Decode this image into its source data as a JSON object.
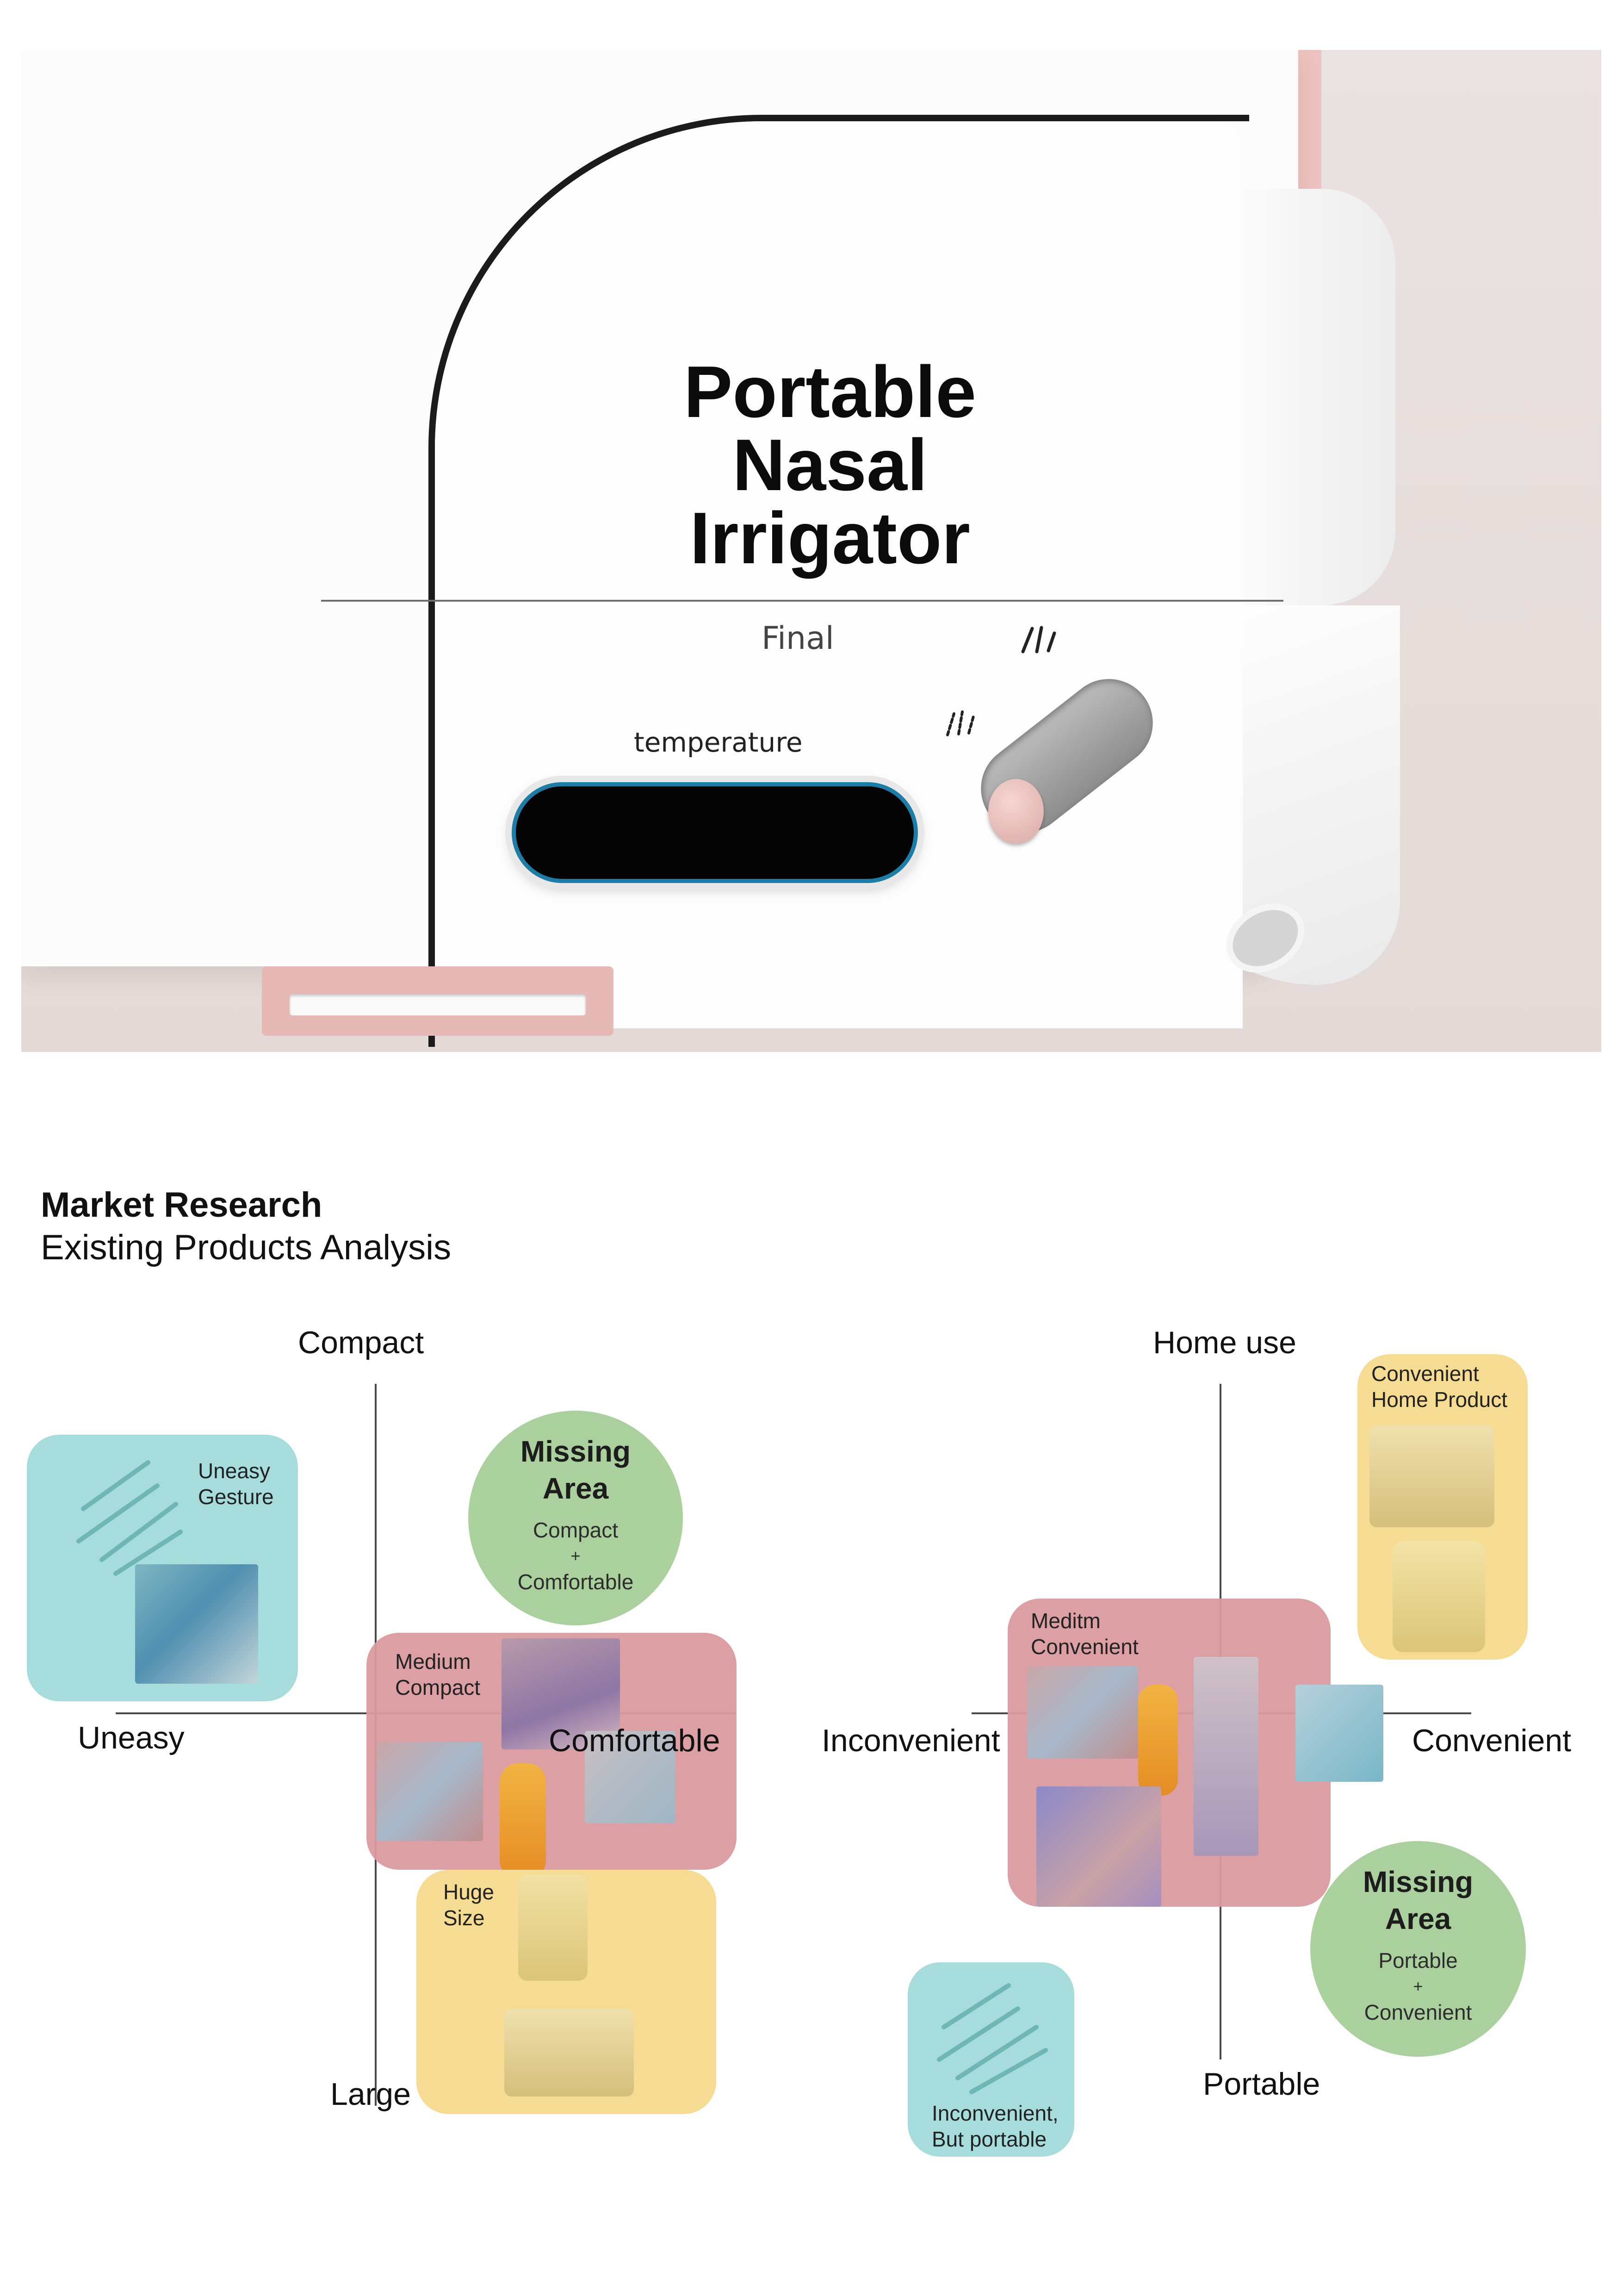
{
  "hero": {
    "title_lines": [
      "Portable",
      "Nasal",
      "Irrigator"
    ],
    "subtitle": "Final",
    "temperature_label": "temperature"
  },
  "market": {
    "heading": "Market Research",
    "subheading": "Existing Products Analysis",
    "chart1": {
      "axis_top": "Compact",
      "axis_bottom": "Large",
      "axis_left": "Uneasy",
      "axis_right": "Comfortable",
      "missing_title": [
        "Missing",
        "Area"
      ],
      "missing_sub": [
        "Compact",
        "+",
        "Comfortable"
      ],
      "groups": {
        "uneasy_gesture": "Uneasy\nGesture",
        "medium_compact": "Medium\nCompact",
        "huge_size": "Huge\nSize"
      }
    },
    "chart2": {
      "axis_top": "Home use",
      "axis_bottom": "Portable",
      "axis_left": "Inconvenient",
      "axis_right": "Convenient",
      "missing_title": [
        "Missing",
        "Area"
      ],
      "missing_sub": [
        "Portable",
        "+",
        "Convenient"
      ],
      "groups": {
        "convenient_home": "Convenient\nHome Product",
        "meditm_convenient": "Meditm\nConvenient",
        "inconvenient_portable": "Inconvenient,\nBut portable"
      }
    }
  },
  "colors": {
    "teal_box": "#a6dcdc",
    "pink_box": "#d99a9f",
    "yellow_box": "#f6dc93",
    "green_circle": "#a6cf98",
    "screen_ring": "#1c7ea6"
  }
}
